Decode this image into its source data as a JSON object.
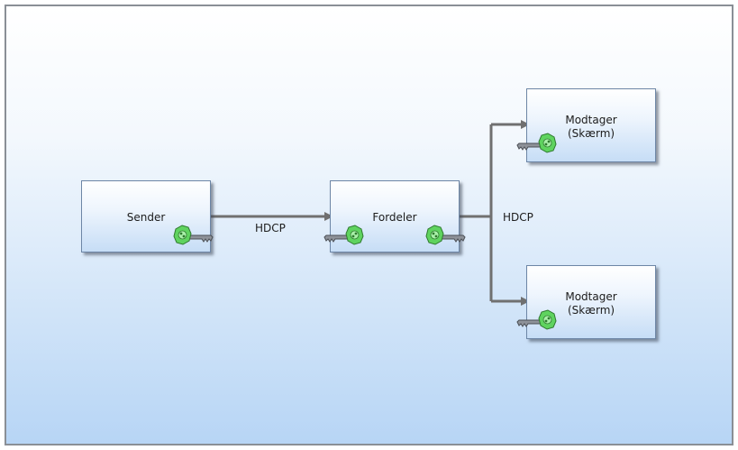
{
  "nodes": {
    "sender": {
      "label": "Sender"
    },
    "distributor": {
      "label": "Fordeler"
    },
    "receiver_top": {
      "label": "Modtager\n(Skærm)"
    },
    "receiver_bottom": {
      "label": "Modtager\n(Skærm)"
    }
  },
  "edges": {
    "sender_to_distributor": {
      "label": "HDCP"
    },
    "distributor_to_receivers": {
      "label": "HDCP"
    }
  },
  "icons": {
    "key": "key-icon"
  },
  "colors": {
    "key_head": "#5fd35f",
    "key_blade": "#8e9299",
    "connector": "#707070",
    "node_border": "#6d86a6"
  }
}
